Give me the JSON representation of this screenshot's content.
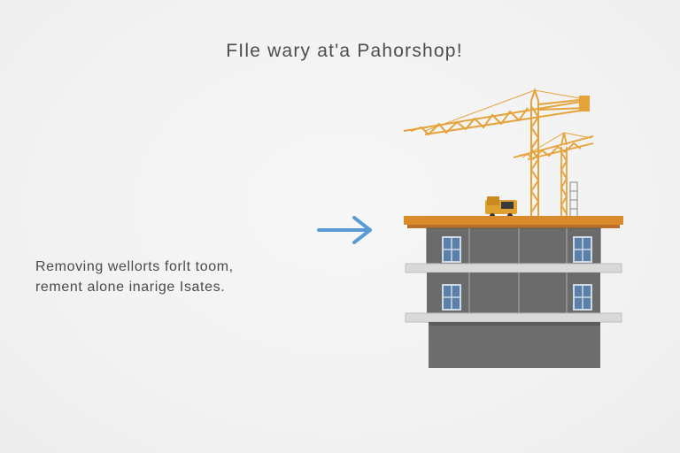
{
  "title": "FIle wary at'a Pahorshop!",
  "caption": {
    "line1": "Removing wellorts forlt toom,",
    "line2": "rement alone inarige Isates."
  },
  "icons": {
    "arrow": "right-arrow-icon",
    "illustration": "building-construction-cranes"
  },
  "colors": {
    "arrow": "#5b9bd5",
    "crane": "#e5a33a",
    "roof": "#d98a2b",
    "wall": "#6b6b6b",
    "floor_slab": "#d9d9d9",
    "window": "#5a7fa8"
  }
}
